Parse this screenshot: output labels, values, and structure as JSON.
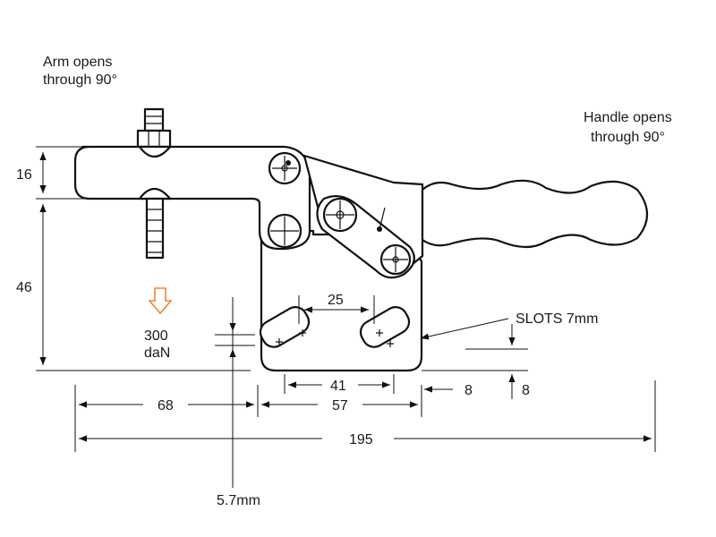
{
  "labels": {
    "arm_note_line1": "Arm opens",
    "arm_note_line2": "through 90°",
    "handle_note_line1": "Handle opens",
    "handle_note_line2": "through 90°",
    "force_value": "300",
    "force_unit": "daN",
    "slots_label": "SLOTS 7mm"
  },
  "dimensions": {
    "arm_thickness": "16",
    "arm_height": "46",
    "slot_pitch_top": "25",
    "slot_spacing": "41",
    "base_length": "57",
    "reach": "68",
    "overall_length": "195",
    "edge_offset": "8",
    "base_offset": "8",
    "bolt_offset": "5.7mm"
  },
  "colors": {
    "force_arrow": "#e8883a",
    "line": "#111111"
  }
}
